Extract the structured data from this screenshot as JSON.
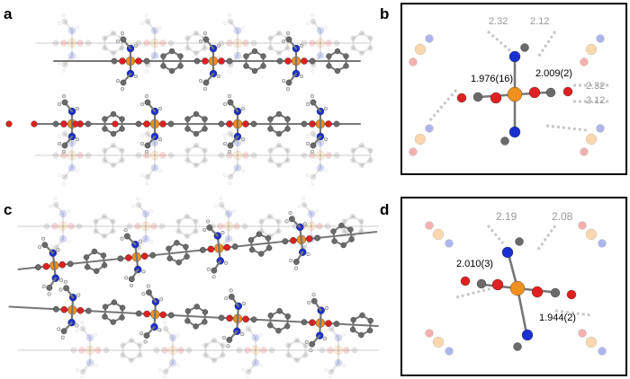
{
  "panels": {
    "a": {
      "label": "a"
    },
    "b": {
      "label": "b",
      "bonds_black": [
        "1.976(16)",
        "2.009(2)"
      ],
      "contacts_grey": [
        "2.32",
        "2.12",
        "2.32",
        "2.12"
      ]
    },
    "c": {
      "label": "c"
    },
    "d": {
      "label": "d",
      "bonds_black": [
        "2.010(3)",
        "1.944(2)"
      ],
      "contacts_grey": [
        "2.19",
        "2.08"
      ]
    }
  },
  "colors": {
    "metal": "#f0901e",
    "oxygen": "#e02020",
    "nitrogen": "#1a2fd0",
    "carbon": "#6a6a6a",
    "hydrogen": "#e8e8e8",
    "hbond": "#c8c8c8",
    "faded_alpha": "0.25"
  }
}
